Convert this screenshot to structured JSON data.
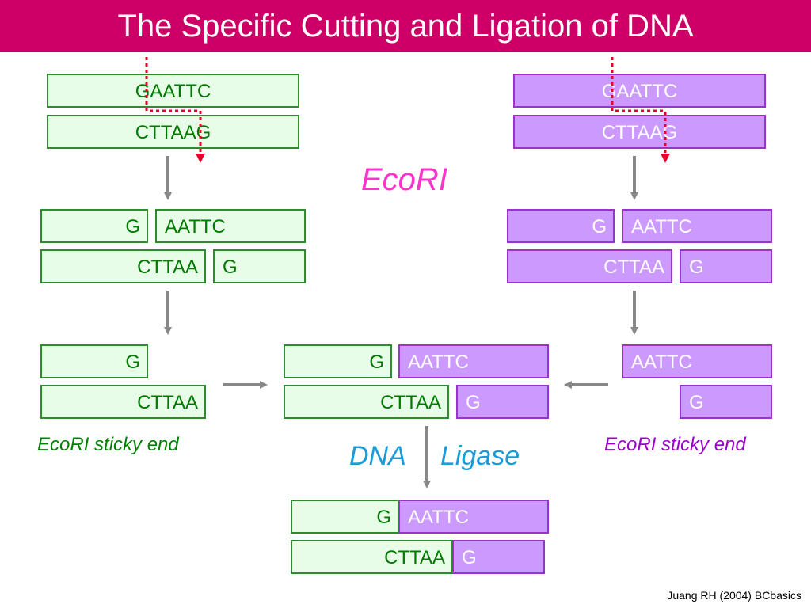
{
  "title": "The Specific Cutting and Ligation of DNA",
  "enzyme_label": "EcoRI",
  "ligase_label_1": "DNA",
  "ligase_label_2": "Ligase",
  "left_sticky_label": "EcoRI sticky end",
  "right_sticky_label": "EcoRI sticky end",
  "credit": "Juang RH (2004) BCbasics",
  "seq": {
    "top_full": "GAATTC",
    "bottom_full": "CTTAAG",
    "g": "G",
    "aattc": "AATTC",
    "cttaa": "CTTAA"
  },
  "colors": {
    "title_bg": "#cc0066",
    "green_fill": "#e8fde8",
    "green_border": "#2e8b2e",
    "purple_fill": "#cc99ff",
    "purple_border": "#9933cc",
    "cut_line": "#e8002a",
    "arrow": "#888888",
    "enzyme_text": "#ff33cc",
    "ligase_text": "#1a9cd8"
  }
}
